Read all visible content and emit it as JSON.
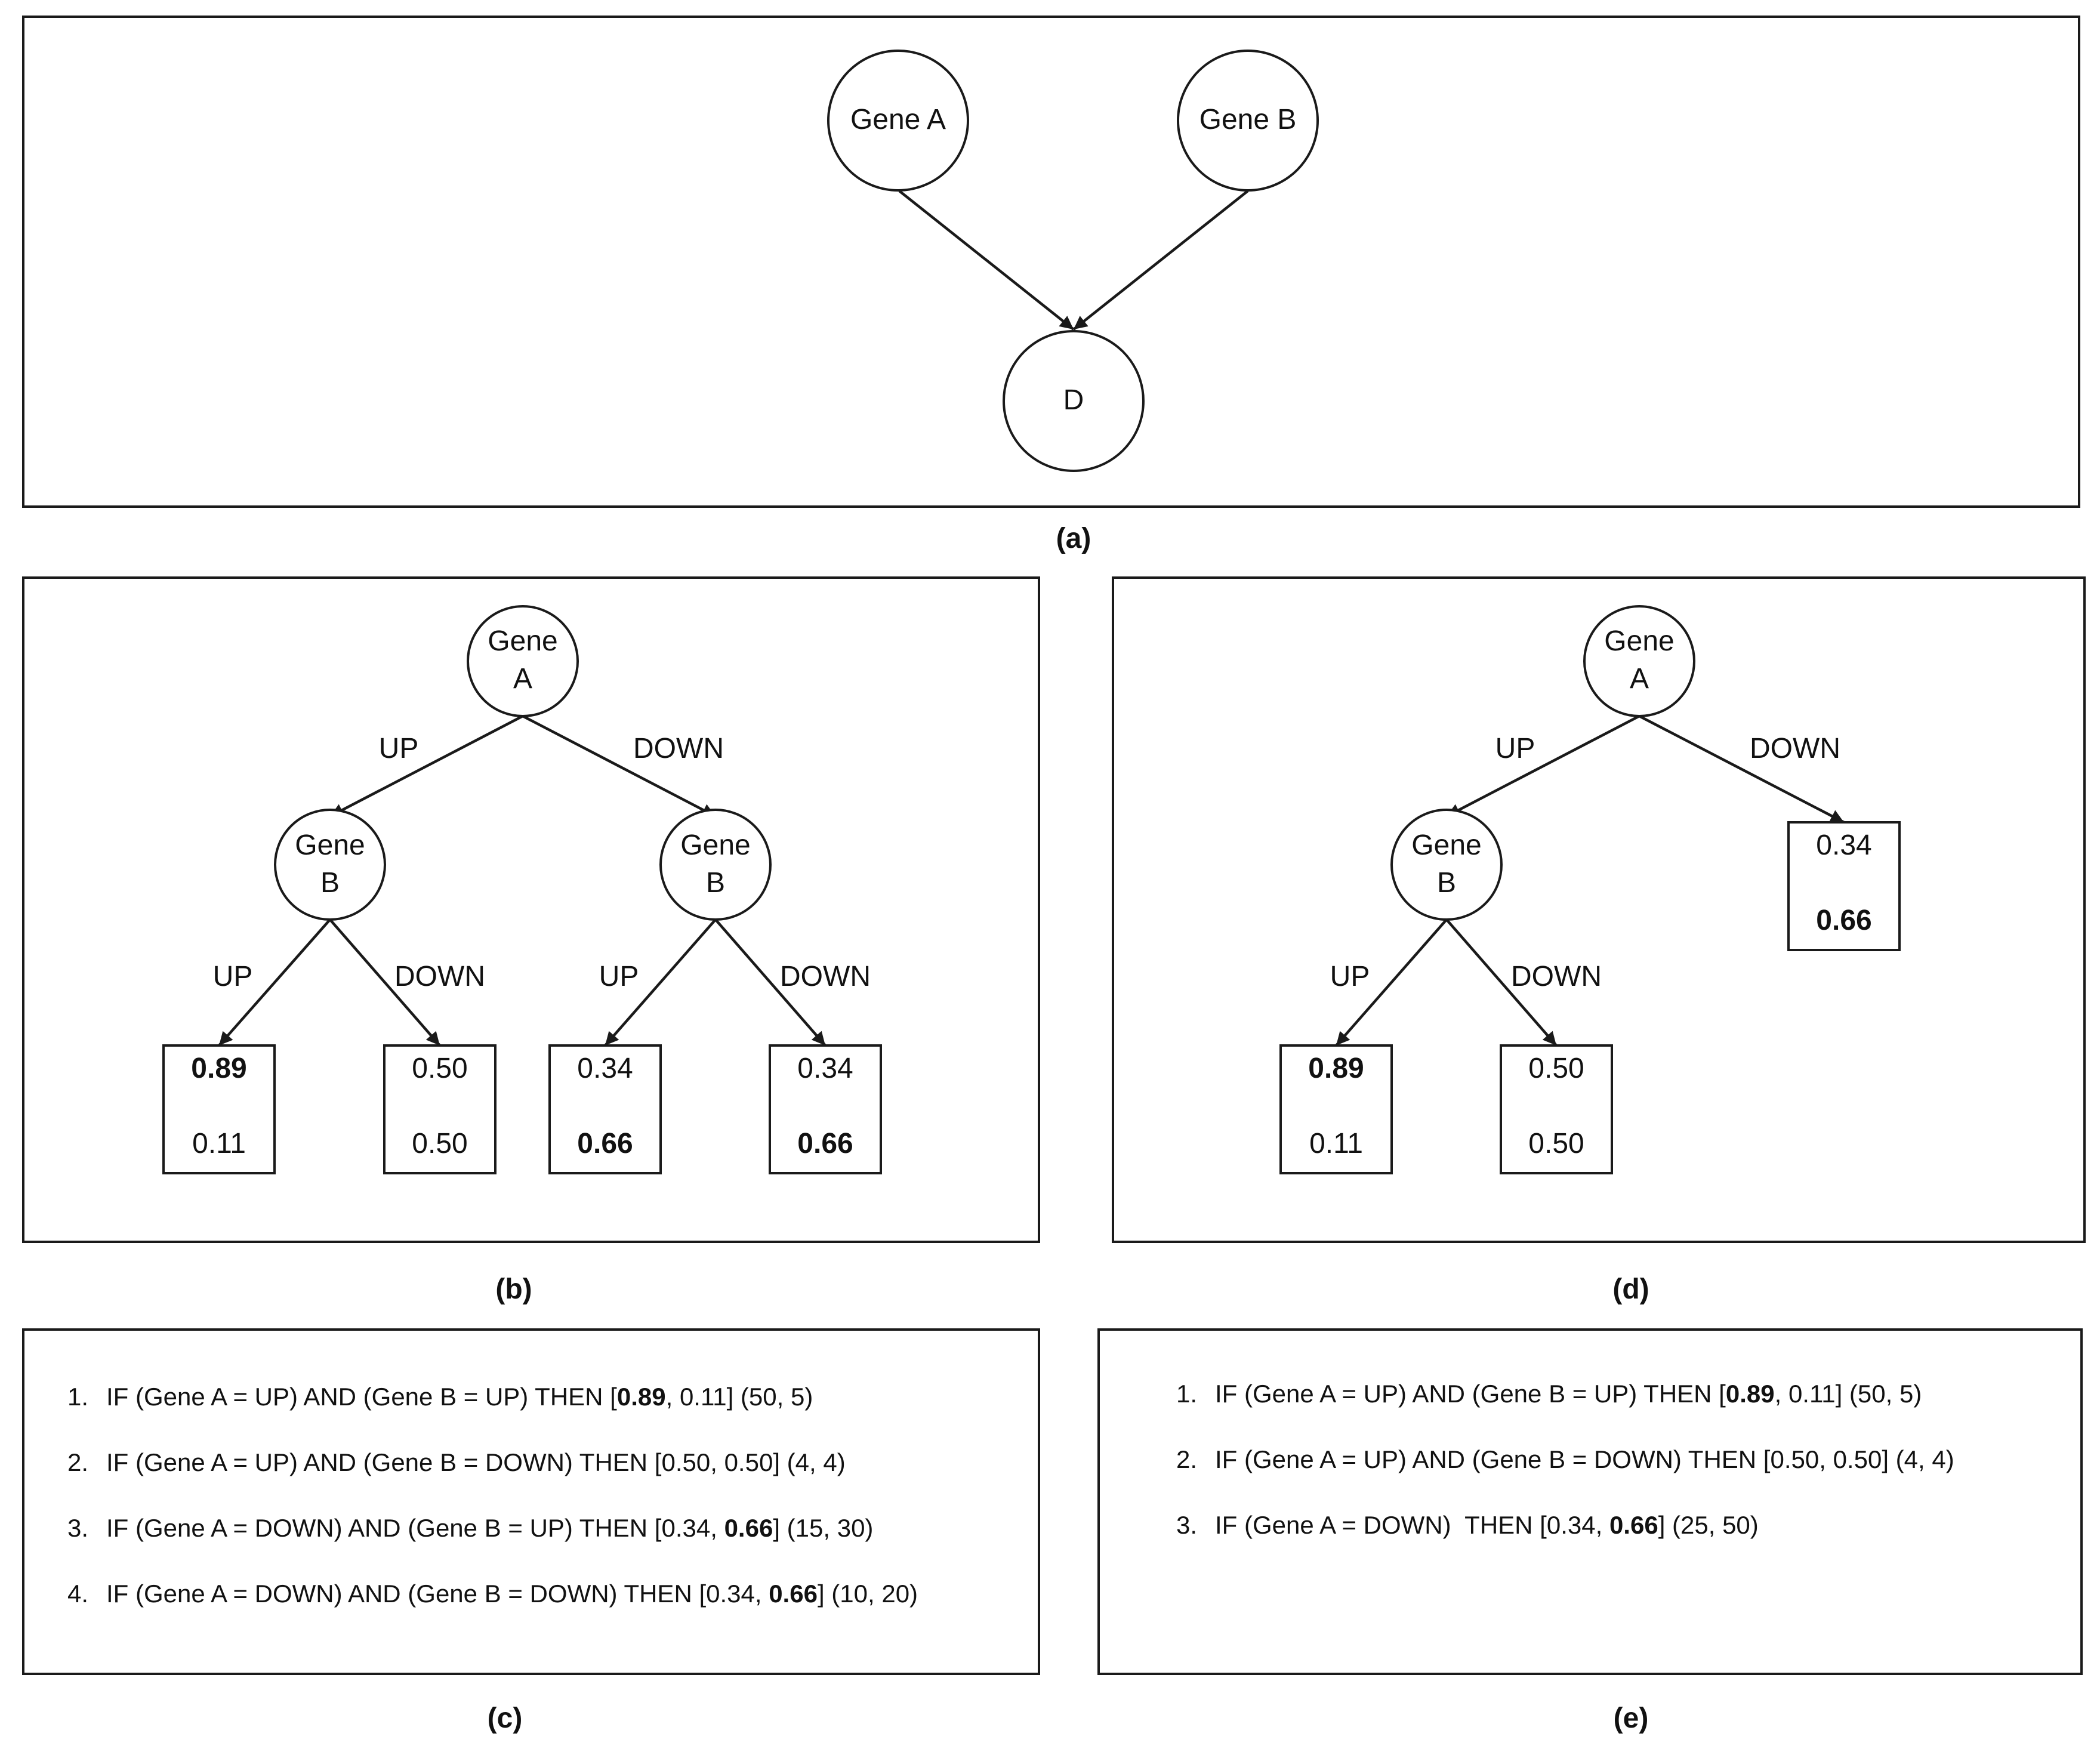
{
  "panel_a": {
    "caption": "(a)",
    "nodes": [
      "Gene A",
      "Gene B",
      "D"
    ]
  },
  "panel_b": {
    "caption": "(b)",
    "root": [
      "Gene",
      "A"
    ],
    "root_edges": [
      "UP",
      "DOWN"
    ],
    "left_child": [
      "Gene",
      "B"
    ],
    "right_child": [
      "Gene",
      "B"
    ],
    "left_edges": [
      "UP",
      "DOWN"
    ],
    "right_edges": [
      "UP",
      "DOWN"
    ],
    "leaves": [
      {
        "top": "0.89",
        "bottom": "0.11",
        "bold": "top"
      },
      {
        "top": "0.50",
        "bottom": "0.50",
        "bold": "none"
      },
      {
        "top": "0.34",
        "bottom": "0.66",
        "bold": "bottom"
      },
      {
        "top": "0.34",
        "bottom": "0.66",
        "bold": "bottom"
      }
    ]
  },
  "panel_c": {
    "caption": "(c)",
    "rules": [
      {
        "num": "1.",
        "pre": "IF (Gene A = UP) AND (Gene B = UP) THEN [",
        "v1": "0.89",
        "sep": ", ",
        "v2": "0.11",
        "bold": "v1",
        "post": "] (50, 5)"
      },
      {
        "num": "2.",
        "pre": "IF (Gene A = UP) AND (Gene B = DOWN) THEN [",
        "v1": "0.50",
        "sep": ", ",
        "v2": "0.50",
        "bold": "none",
        "post": "] (4, 4)"
      },
      {
        "num": "3.",
        "pre": "IF (Gene A = DOWN) AND (Gene B = UP) THEN [",
        "v1": "0.34",
        "sep": ", ",
        "v2": "0.66",
        "bold": "v2",
        "post": "] (15, 30)"
      },
      {
        "num": "4.",
        "pre": "IF (Gene A = DOWN) AND (Gene B = DOWN) THEN [",
        "v1": "0.34",
        "sep": ", ",
        "v2": "0.66",
        "bold": "v2",
        "post": "] (10, 20)"
      }
    ]
  },
  "panel_d": {
    "caption": "(d)",
    "root": [
      "Gene",
      "A"
    ],
    "root_edges": [
      "UP",
      "DOWN"
    ],
    "left_child": [
      "Gene",
      "B"
    ],
    "left_edges": [
      "UP",
      "DOWN"
    ],
    "right_leaf": {
      "top": "0.34",
      "bottom": "0.66",
      "bold": "bottom"
    },
    "leaves": [
      {
        "top": "0.89",
        "bottom": "0.11",
        "bold": "top"
      },
      {
        "top": "0.50",
        "bottom": "0.50",
        "bold": "none"
      }
    ]
  },
  "panel_e": {
    "caption": "(e)",
    "rules": [
      {
        "num": "1.",
        "pre": "IF (Gene A = UP) AND (Gene B = UP) THEN [",
        "v1": "0.89",
        "sep": ", ",
        "v2": "0.11",
        "bold": "v1",
        "post": "] (50, 5)"
      },
      {
        "num": "2.",
        "pre": "IF (Gene A = UP) AND (Gene B = DOWN) THEN [",
        "v1": "0.50",
        "sep": ", ",
        "v2": "0.50",
        "bold": "none",
        "post": "] (4, 4)"
      },
      {
        "num": "3.",
        "pre": "IF (Gene A = DOWN)  THEN [",
        "v1": "0.34",
        "sep": ", ",
        "v2": "0.66",
        "bold": "v2",
        "post": "] (25, 50)"
      }
    ]
  }
}
